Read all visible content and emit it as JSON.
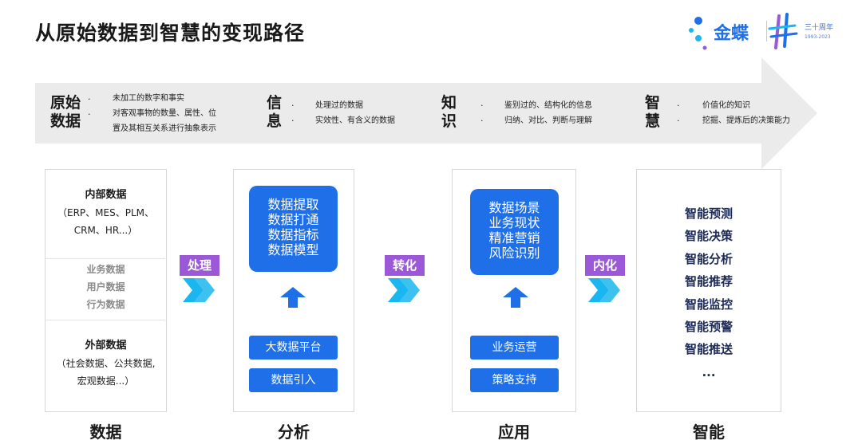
{
  "title": "从原始数据到智慧的变现路径",
  "logo": {
    "brand": "金蝶",
    "anniversary": "三十周年",
    "years": "1993-2023"
  },
  "stages": [
    {
      "name_line1": "原始",
      "name_line2": "数据",
      "desc": [
        "未加工的数字和事实",
        "对客观事物的数量、属性、位",
        "置及其相互关系进行抽象表示"
      ]
    },
    {
      "name_line1": "信",
      "name_line2": "息",
      "desc": [
        "处理过的数据",
        "实效性、有含义的数据"
      ]
    },
    {
      "name_line1": "知",
      "name_line2": "识",
      "desc": [
        "鉴别过的、结构化的信息",
        "归纳、对比、判断与理解"
      ]
    },
    {
      "name_line1": "智",
      "name_line2": "慧",
      "desc": [
        "价值化的知识",
        "挖掘、提炼后的决策能力"
      ]
    }
  ],
  "columns": {
    "data": {
      "label": "数据",
      "internal_title": "内部数据",
      "internal_items": [
        "（ERP、MES、PLM、",
        "CRM、HR...）"
      ],
      "middle_items": [
        "业务数据",
        "用户数据",
        "行为数据"
      ],
      "external_title": "外部数据",
      "external_items": [
        "（社会数据、公共数据,",
        "宏观数据...）"
      ]
    },
    "analysis": {
      "label": "分析",
      "card_items": [
        "数据提取",
        "数据打通",
        "数据指标",
        "数据模型"
      ],
      "buttons": [
        "大数据平台",
        "数据引入"
      ]
    },
    "application": {
      "label": "应用",
      "card_items": [
        "数据场景",
        "业务现状",
        "精准营销",
        "风险识别"
      ],
      "buttons": [
        "业务运营",
        "策略支持"
      ]
    },
    "intelligence": {
      "label": "智能",
      "items": [
        "智能预测",
        "智能决策",
        "智能分析",
        "智能推荐",
        "智能监控",
        "智能预警",
        "智能推送",
        "..."
      ]
    }
  },
  "transitions": [
    "处理",
    "转化",
    "内化"
  ],
  "colors": {
    "banner": "#ebebeb",
    "primary_blue": "#1f6fe8",
    "arrow_cyan": "#1ab6ef",
    "label_purple": "#9b59d8",
    "smart_text": "#1d2b57"
  }
}
